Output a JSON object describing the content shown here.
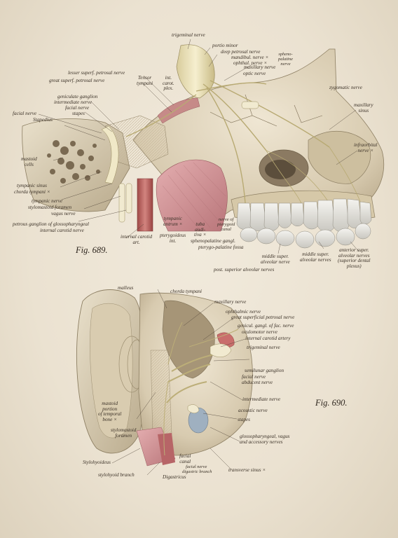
{
  "figures": [
    {
      "id": "fig689",
      "caption": "Fig. 689."
    },
    {
      "id": "fig690",
      "caption": "Fig. 690."
    }
  ],
  "fig689_labels": [
    "trigeminal nerve",
    "portio minor",
    "deep petrosal nerve",
    "mandibul. nerve ×",
    "ophthal. nerve ×",
    "maxillary nerve",
    "optic nerve",
    "spheno-\npalatine\nnerve",
    "lesser superf. petrosal nerve",
    "great superf. petrosal nerve",
    "Tensor\ntympani",
    "int.\ncarot.\nplex.",
    "zygomatic nerve",
    "maxillary\nsinus",
    "geniculate ganglion",
    "intermediate nerve",
    "facial nerve",
    "stapes",
    "facial nerve",
    "Stapedius",
    "infraorbital\nnerve ×",
    "mastoid\ncells",
    "tympanic sinus",
    "chorda tympani ×",
    "tympanic nerve",
    "stylomastoid foramen",
    "vagus nerve",
    "petrous ganglion of glossopharyngeal",
    "internal carotid nerve",
    "internal carotid\nart.",
    "tympanic\nantrum ×",
    "tuba\naudi-\ntiva ×",
    "nerve of\npterygoid\ncanal",
    "pterygoideus\nint.",
    "sphenopalatine gangl.",
    "pterygo-palatine fossa",
    "post. superior alveolar nerves",
    "middle super.\nalveolar nerve",
    "middle super.\nalveolar nerves",
    "anterior super.\nalveolar nerves\n(superior dental\nplexus)"
  ],
  "fig690_labels": [
    "malleus",
    "chorda tympani",
    "maxillary nerve",
    "ophthalmic nerve",
    "great superficial petrosal nerve",
    "genicul. gangl. of fac. nerve",
    "oculomotor nerve",
    "internal carotid artery",
    "trigeminal nerve",
    "semilunar ganglion",
    "facial nerve",
    "abducent nerve",
    "intermediate nerve",
    "acoustic nerve",
    "stapes",
    "glossopharyngeal, vagus\nand accessory nerves",
    "mastoid\nportion\nof temporal\nbone ×",
    "stylomastoid\nforamen",
    "Stylohyoideus",
    "stylohyoid branch",
    "facial\ncanal",
    "facial nerve",
    "digastric branch",
    "Digastricus",
    "transverse sinus ×"
  ]
}
